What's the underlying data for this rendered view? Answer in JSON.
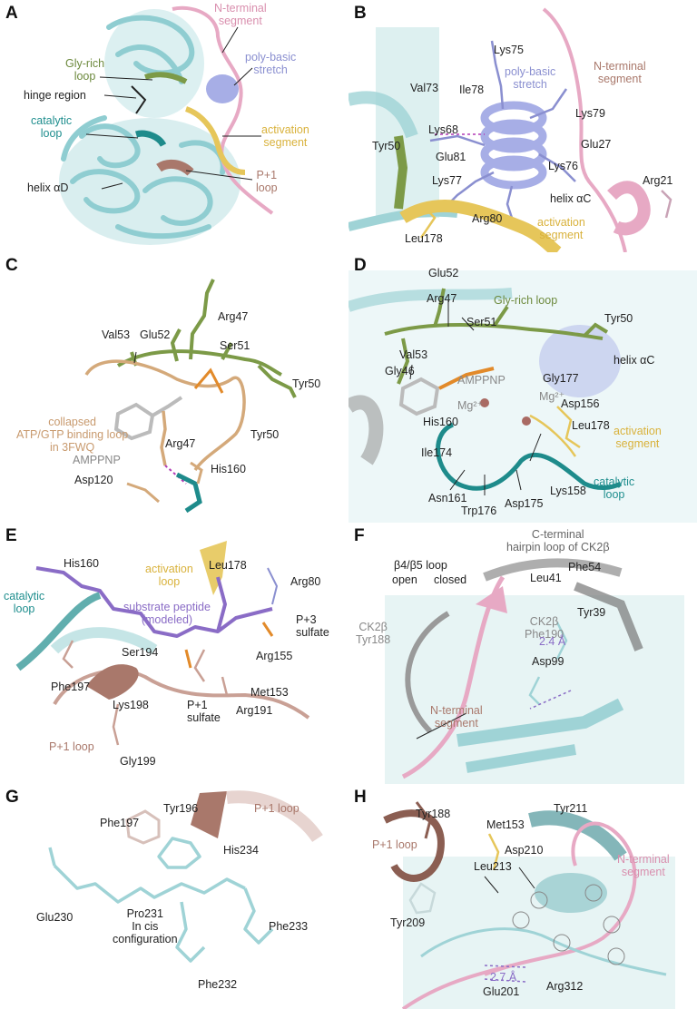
{
  "colors": {
    "cyan": "#9fd3d6",
    "pink": "#e7a9c4",
    "lavender": "#a7aee6",
    "olive": "#7c9a47",
    "teal": "#1e8b8b",
    "gold": "#e6c65a",
    "rose": "#a9786b",
    "tan": "#d4a97a"
  },
  "panels": {
    "A": {
      "letter": "A",
      "labels": {
        "nterm": "N-terminal\nsegment",
        "polybasic": "poly-basic\nstretch",
        "glyrich": "Gly-rich\nloop",
        "hinge": "hinge region",
        "catalytic": "catalytic\nloop",
        "activation": "activation\nsegment",
        "helixad": "helix αD",
        "p1loop": "P+1\nloop"
      }
    },
    "B": {
      "letter": "B",
      "labels": {
        "lys75": "Lys75",
        "val73": "Val73",
        "ile78": "Ile78",
        "polybasic": "poly-basic\nstretch",
        "nterm": "N-terminal\nsegment",
        "lys68": "Lys68",
        "tyr50": "Tyr50",
        "glu81": "Glu81",
        "lys79": "Lys79",
        "glu27": "Glu27",
        "lys76": "Lys76",
        "lys77": "Lys77",
        "helixac": "helix αC",
        "arg21": "Arg21",
        "arg80": "Arg80",
        "activation": "activation\nsegment",
        "leu178": "Leu178"
      }
    },
    "C": {
      "letter": "C",
      "labels": {
        "val53": "Val53",
        "glu52": "Glu52",
        "arg47top": "Arg47",
        "ser51": "Ser51",
        "tyr50a": "Tyr50",
        "collapsed": "collapsed\nATP/GTP binding loop\nin 3FWQ",
        "tyr50b": "Tyr50",
        "arg47": "Arg47",
        "amppnp": "AMPPNP",
        "his160": "His160",
        "asp120": "Asp120"
      }
    },
    "D": {
      "letter": "D",
      "labels": {
        "glu52": "Glu52",
        "arg47": "Arg47",
        "glyrich": "Gly-rich loop",
        "ser51": "Ser51",
        "tyr50": "Tyr50",
        "val53": "Val53",
        "helixac": "helix αC",
        "gly46": "Gly46",
        "amppnp": "AMPPNP",
        "gly177": "Gly177",
        "mg1": "Mg²⁺",
        "mg2": "Mg²⁺",
        "asp156": "Asp156",
        "his160": "His160",
        "leu178": "Leu178",
        "activation": "activation\nsegment",
        "ile174": "Ile174",
        "catalytic": "catalytic\nloop",
        "lys158": "Lys158",
        "asn161": "Asn161",
        "trp176": "Trp176",
        "asp175": "Asp175"
      }
    },
    "E": {
      "letter": "E",
      "labels": {
        "his160": "His160",
        "activation": "activation\nloop",
        "catalytic": "catalytic\nloop",
        "leu178": "Leu178",
        "arg80": "Arg80",
        "substrate": "substrate peptide\n(modeled)",
        "p3": "P+3\nsulfate",
        "ser194": "Ser194",
        "arg155": "Arg155",
        "phe197": "Phe197",
        "lys198": "Lys198",
        "met153": "Met153",
        "p1": "P+1\nsulfate",
        "arg191": "Arg191",
        "p1loop": "P+1 loop",
        "gly199": "Gly199"
      }
    },
    "F": {
      "letter": "F",
      "labels": {
        "cterm": "C-terminal\nhairpin loop of CK2β",
        "b4b5": "β4/β5 loop",
        "open": "open",
        "closed": "closed",
        "leu41": "Leu41",
        "phe54": "Phe54",
        "tyr39": "Tyr39",
        "ck2b_phe190": "CK2β\nPhe190",
        "ck2b_tyr188": "CK2β\nTyr188",
        "dist": "2.4 Å",
        "asp99": "Asp99",
        "nterm": "N-terminal\nsegment"
      }
    },
    "G": {
      "letter": "G",
      "labels": {
        "tyr196": "Tyr196",
        "p1loop": "P+1 loop",
        "phe197": "Phe197",
        "his234": "His234",
        "glu230": "Glu230",
        "pro231": "Pro231\nIn cis\nconfiguration",
        "phe233": "Phe233",
        "phe232": "Phe232"
      }
    },
    "H": {
      "letter": "H",
      "labels": {
        "tyr188": "Tyr188",
        "met153": "Met153",
        "tyr211": "Tyr211",
        "p1loop": "P+1 loop",
        "asp210": "Asp210",
        "leu213": "Leu213",
        "nterm": "N-terminal\nsegment",
        "tyr209": "Tyr209",
        "dist": "2.7 Å",
        "glu201": "Glu201",
        "arg312": "Arg312"
      }
    }
  }
}
